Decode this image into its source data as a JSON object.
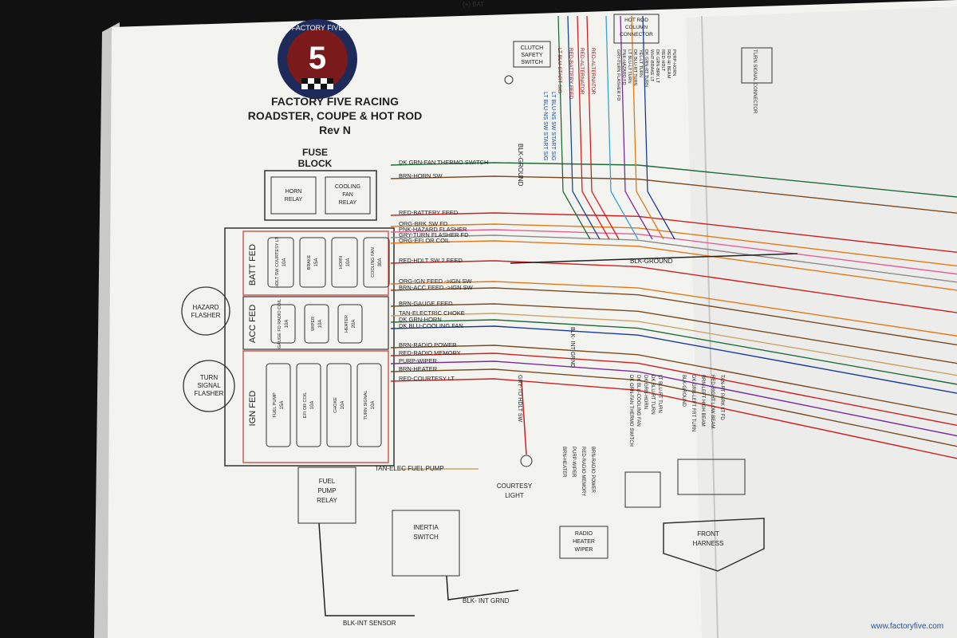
{
  "header": {
    "brand_ring": "FACTORY FIVE",
    "brand_numeral": "5",
    "title_line1": "FACTORY FIVE RACING",
    "title_line2": "ROADSTER, COUPE & HOT ROD",
    "title_line3": "Rev N",
    "top_clip": "(+) BAT"
  },
  "fuse_block": {
    "title1": "FUSE",
    "title2": "BLOCK",
    "horn_relay1": "HORN",
    "horn_relay2": "RELAY",
    "cooling_relay1": "COOLING",
    "cooling_relay2": "FAN",
    "cooling_relay3": "RELAY",
    "batt_fed": "BATT FED",
    "acc_fed": "ACC FED",
    "ign_fed": "IGN FED",
    "batt_fuses": [
      {
        "name": "HDLT SW COURTESY LT",
        "amp": "10A"
      },
      {
        "name": "BRAKE",
        "amp": "15A"
      },
      {
        "name": "HORN",
        "amp": "10A"
      },
      {
        "name": "COOLING FAN",
        "amp": "30A"
      }
    ],
    "acc_fuses": [
      {
        "name": "GAUGE FD RADIO COIL",
        "amp": "10A"
      },
      {
        "name": "WIPER",
        "amp": "10A"
      },
      {
        "name": "HEATER",
        "amp": "20A"
      }
    ],
    "ign_fuses": [
      {
        "name": "FUEL PUMP",
        "amp": "15A"
      },
      {
        "name": "EFI OR COIL",
        "amp": "10A"
      },
      {
        "name": "CHOKE",
        "amp": "10A"
      },
      {
        "name": "TURN SIGNAL",
        "amp": "10A"
      }
    ]
  },
  "side_components": {
    "hazard1": "HAZARD",
    "hazard2": "FLASHER",
    "turn1": "TURN",
    "turn2": "SIGNAL",
    "turn3": "FLASHER"
  },
  "wires": [
    {
      "label": "DK GRN-FAN THERMO SWITCH",
      "color": "#1f6b3a"
    },
    {
      "label": "BRN-HORN SW",
      "color": "#7a4a22"
    },
    {
      "label": "RED-BATTERY FEED",
      "color": "#cc2020"
    },
    {
      "label": "ORG-BRK SW FD",
      "color": "#e07818"
    },
    {
      "label": "PNK-HAZARD FLASHER",
      "color": "#e0609a"
    },
    {
      "label": "GRY-TURN FLASHER FD",
      "color": "#8a8a8a"
    },
    {
      "label": "ORG-EFI OR COIL",
      "color": "#e07818"
    },
    {
      "label": "RED-HDLT SW 2 FEED",
      "color": "#cc2020"
    },
    {
      "label": "ORG-IGN FEED ->IGN SW",
      "color": "#e07818"
    },
    {
      "label": "BRN-ACC FEED ->IGN SW",
      "color": "#7a4a22"
    },
    {
      "label": "BRN-GAUGE FEED",
      "color": "#7a4a22"
    },
    {
      "label": "TAN-ELECTRIC CHOKE",
      "color": "#c9a36a"
    },
    {
      "label": "DK GRN-HORN",
      "color": "#1f6b3a"
    },
    {
      "label": "DK BLU-COOLING FAN",
      "color": "#1a3a9a"
    },
    {
      "label": "BRN-RADIO POWER",
      "color": "#7a4a22"
    },
    {
      "label": "RED-RADIO MEMORY",
      "color": "#cc2020"
    },
    {
      "label": "PURP-WIPER",
      "color": "#7a2a9a"
    },
    {
      "label": "BRN-HEATER",
      "color": "#7a4a22"
    },
    {
      "label": "RED-COURTESY LT",
      "color": "#cc2020"
    }
  ],
  "ground_label": "BLK-GROUND",
  "fuel_pump_wire": "TAN-ELEC FUEL PUMP",
  "fuel_pump_relay1": "FUEL",
  "fuel_pump_relay2": "PUMP",
  "fuel_pump_relay3": "RELAY",
  "inertia1": "INERTIA",
  "inertia2": "SWITCH",
  "int_sensor": "BLK-INT SENSOR",
  "int_grnd_bottom": "BLK- INT GRND",
  "int_grnd_vertical": "BLK- INT GRND",
  "clutch1": "CLUTCH",
  "clutch2": "SAFETY",
  "clutch3": "SWITCH",
  "blk_ground_vertical": "BLK-GROUND",
  "lt_blu_start_sig": "LT BLU-NS SW START SIG",
  "lt_blu_start_sig2": "LT BLU-NS SW START SIG",
  "top_wire_labels": [
    "LT BLU-START SIG",
    "RED-BATTERY FEED",
    "RED-ALTERNATOR",
    "RED-ALTERNATOR"
  ],
  "hot_rod_connector1": "HOT ROD",
  "hot_rod_connector2": "COLUMN",
  "hot_rod_connector3": "CONNECTOR",
  "column_wire_labels": [
    "GRY-TURN FLASHER FD",
    "PNK-HAZARD FD",
    "LT BLU-LT TURN",
    "DK BLU-RT TURN",
    "YEL-LT TURN",
    "DK GRN-RT TURN",
    "WHT-BRAKE LT",
    "DK GRN-BRK LT",
    "RED-HDLT",
    "RED-HI BEAM",
    "PURP-HORN"
  ],
  "right_clip": "TURN SIGNAL CONNECTOR",
  "gry_hdlt": "GRY-TO HDLT SW",
  "courtesy1": "COURTESY",
  "courtesy2": "LIGHT",
  "radio_wires": [
    "BRN-HEATER",
    "PURP-WIPER",
    "RED-RADIO MEMORY",
    "BRN-RADIO POWER"
  ],
  "radio_box1": "RADIO",
  "radio_box2": "HEATER",
  "radio_box3": "WIPER",
  "front_wires_a": [
    "DK GRN-FAN THERMO SWITCH",
    "DK BLU-COOLING FAN",
    "DK GRN-HORN",
    "DK BLU-RT TURN",
    "LT BLU-RT TURN"
  ],
  "front_wires_b": [
    "BLK-GROUND",
    "DK GRN-LEFT FRT TURN",
    "BRN-LEFT HIGH BEAM",
    "RED-RIGHT LOW BEAM",
    "TAN-RT PARK LT FD"
  ],
  "front1": "FRONT",
  "front2": "HARNESS",
  "url": "www.factoryfive.com"
}
